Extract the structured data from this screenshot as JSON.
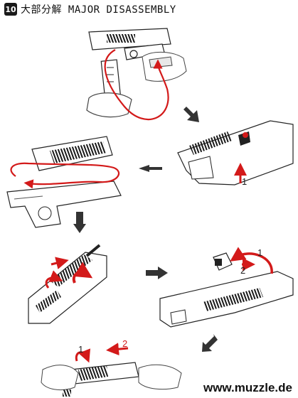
{
  "header": {
    "step_number": "10",
    "title": "大部分解 MAJOR DISASSEMBLY"
  },
  "callouts": {
    "num1": "1",
    "num2": "2"
  },
  "footer": {
    "url": "www.muzzle.de"
  },
  "colors": {
    "accent_red": "#d31a1a",
    "line": "#222222",
    "stripe": "#1a1a1a",
    "arrow_gray": "#333333"
  }
}
